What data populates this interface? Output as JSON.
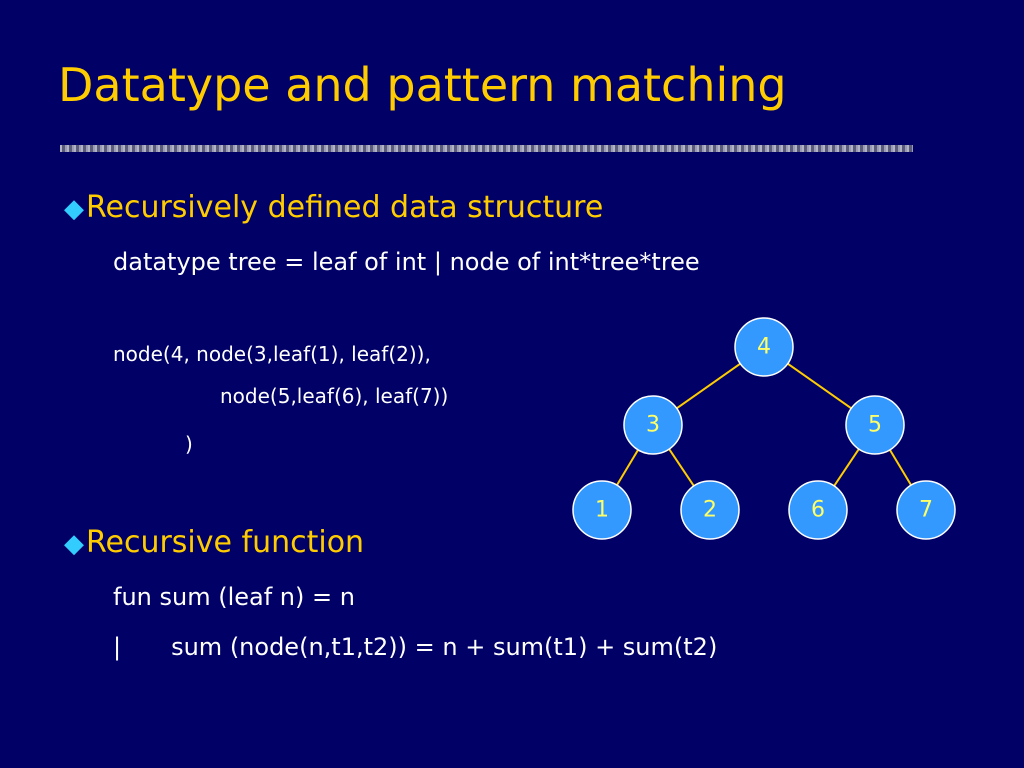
{
  "slide": {
    "title": "Datatype and pattern matching",
    "bullet1": {
      "marker": "◆",
      "text": "Recursively defined data structure",
      "code_line": "datatype tree = leaf of int | node of int*tree*tree",
      "example_lines": [
        "node(4, node(3,leaf(1), leaf(2)),",
        "node(5,leaf(6), leaf(7))",
        ")"
      ]
    },
    "bullet2": {
      "marker": "◆",
      "text": "Recursive function",
      "code_lines": [
        "fun sum (leaf n) = n",
        "|",
        "sum (node(n,t1,t2)) = n + sum(t1) + sum(t2)"
      ]
    }
  },
  "tree": {
    "nodes": [
      {
        "id": "n4",
        "label": "4"
      },
      {
        "id": "n3",
        "label": "3"
      },
      {
        "id": "n5",
        "label": "5"
      },
      {
        "id": "n1",
        "label": "1"
      },
      {
        "id": "n2",
        "label": "2"
      },
      {
        "id": "n6",
        "label": "6"
      },
      {
        "id": "n7",
        "label": "7"
      }
    ],
    "edges": [
      [
        "n4",
        "n3"
      ],
      [
        "n4",
        "n5"
      ],
      [
        "n3",
        "n1"
      ],
      [
        "n3",
        "n2"
      ],
      [
        "n5",
        "n6"
      ],
      [
        "n5",
        "n7"
      ]
    ]
  },
  "colors": {
    "background": "#000066",
    "title": "#ffcc00",
    "node_fill": "#3399ff",
    "node_text": "#ffff66",
    "edge": "#ffcc00",
    "bullet_marker": "#33ccff"
  }
}
